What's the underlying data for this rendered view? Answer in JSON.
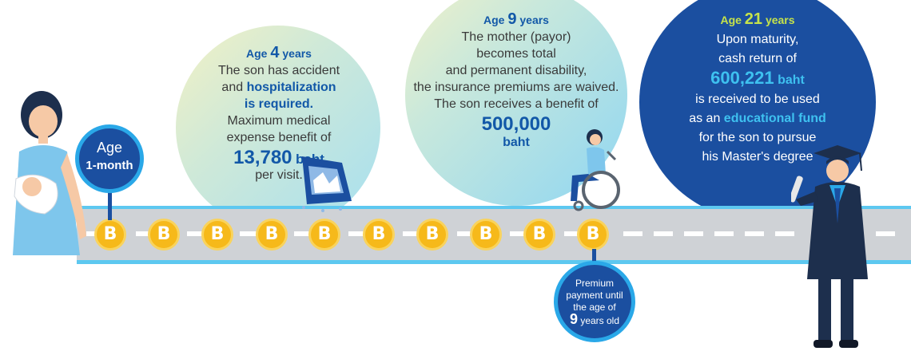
{
  "bubble1": {
    "age_word": "Age",
    "age_num": "4",
    "age_unit": "years",
    "line1": "The son has accident",
    "line2_a": "and ",
    "line2_b": "hospitalization",
    "line3": "is required.",
    "line4": "Maximum medical",
    "line5": "expense benefit of",
    "amount": "13,780",
    "amount_unit": "baht",
    "line7": "per visit."
  },
  "bubble2": {
    "age_word": "Age",
    "age_num": "9",
    "age_unit": "years",
    "line1": "The mother (payor)",
    "line2": "becomes total",
    "line3": "and permanent disability,",
    "line4": "the insurance premiums are waived.",
    "line5": "The son receives a benefit of",
    "amount": "500,000",
    "amount_unit": "baht"
  },
  "bubble3": {
    "age_word": "Age",
    "age_num": "21",
    "age_unit": "years",
    "line1": "Upon maturity,",
    "line2": "cash return of",
    "amount": "600,221",
    "amount_unit": "baht",
    "line4": "is received to be used",
    "line5_a": "as an ",
    "line5_b": "educational fund",
    "line6": "for the son to pursue",
    "line7": "his Master's degree"
  },
  "start": {
    "line1": "Age",
    "line2": "1-month"
  },
  "premium": {
    "line1": "Premium",
    "line2": "payment until",
    "line3": "the age of",
    "num": "9",
    "unit": "years old"
  },
  "coin_symbol": "B",
  "colors": {
    "navy": "#1b4fa0",
    "blue": "#1258a8",
    "cyan": "#3ec1f0",
    "lime": "#c6e34a",
    "coin": "#f6b91a",
    "road": "#cfd2d6"
  }
}
